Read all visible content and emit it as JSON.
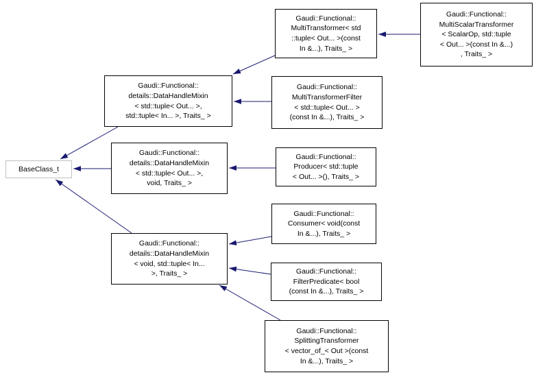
{
  "diagram": {
    "type": "inheritance-graph",
    "colors": {
      "edge": "#191970",
      "node_border": "#000000",
      "base_node_border": "#c0c0c0",
      "node_fill": "#ffffff",
      "text": "#000000",
      "background": "#ffffff"
    },
    "nodes": [
      {
        "id": "BaseClass_t",
        "label": "BaseClass_t"
      },
      {
        "id": "MultiTransformer",
        "label": "Gaudi::Functional::\nMultiTransformer< std\n::tuple< Out... >(const\nIn &...), Traits_ >"
      },
      {
        "id": "MultiScalarTransformer",
        "label": "Gaudi::Functional::\nMultiScalarTransformer\n< ScalarOp, std::tuple\n< Out... >(const In &...)\n, Traits_ >"
      },
      {
        "id": "DataHandleMixin_out_in",
        "label": "Gaudi::Functional::\ndetails::DataHandleMixin\n< std::tuple< Out... >,\nstd::tuple< In... >, Traits_ >"
      },
      {
        "id": "MultiTransformerFilter",
        "label": "Gaudi::Functional::\nMultiTransformerFilter\n< std::tuple< Out... >\n(const In &...), Traits_ >"
      },
      {
        "id": "DataHandleMixin_out_void",
        "label": "Gaudi::Functional::\ndetails::DataHandleMixin\n< std::tuple< Out... >,\nvoid, Traits_ >"
      },
      {
        "id": "Producer",
        "label": "Gaudi::Functional::\nProducer< std::tuple\n< Out... >(), Traits_ >"
      },
      {
        "id": "DataHandleMixin_void_in",
        "label": "Gaudi::Functional::\ndetails::DataHandleMixin\n< void, std::tuple< In...\n>, Traits_ >"
      },
      {
        "id": "Consumer",
        "label": "Gaudi::Functional::\nConsumer< void(const\nIn &...), Traits_ >"
      },
      {
        "id": "FilterPredicate",
        "label": "Gaudi::Functional::\nFilterPredicate< bool\n(const In &...), Traits_ >"
      },
      {
        "id": "SplittingTransformer",
        "label": "Gaudi::Functional::\nSplittingTransformer\n< vector_of_< Out >(const\nIn &...), Traits_ >"
      }
    ],
    "edges": [
      {
        "from": "MultiScalarTransformer",
        "to": "MultiTransformer"
      },
      {
        "from": "MultiTransformer",
        "to": "DataHandleMixin_out_in"
      },
      {
        "from": "MultiTransformerFilter",
        "to": "DataHandleMixin_out_in"
      },
      {
        "from": "DataHandleMixin_out_in",
        "to": "BaseClass_t"
      },
      {
        "from": "Producer",
        "to": "DataHandleMixin_out_void"
      },
      {
        "from": "DataHandleMixin_out_void",
        "to": "BaseClass_t"
      },
      {
        "from": "Consumer",
        "to": "DataHandleMixin_void_in"
      },
      {
        "from": "FilterPredicate",
        "to": "DataHandleMixin_void_in"
      },
      {
        "from": "SplittingTransformer",
        "to": "DataHandleMixin_void_in"
      },
      {
        "from": "DataHandleMixin_void_in",
        "to": "BaseClass_t"
      }
    ]
  }
}
